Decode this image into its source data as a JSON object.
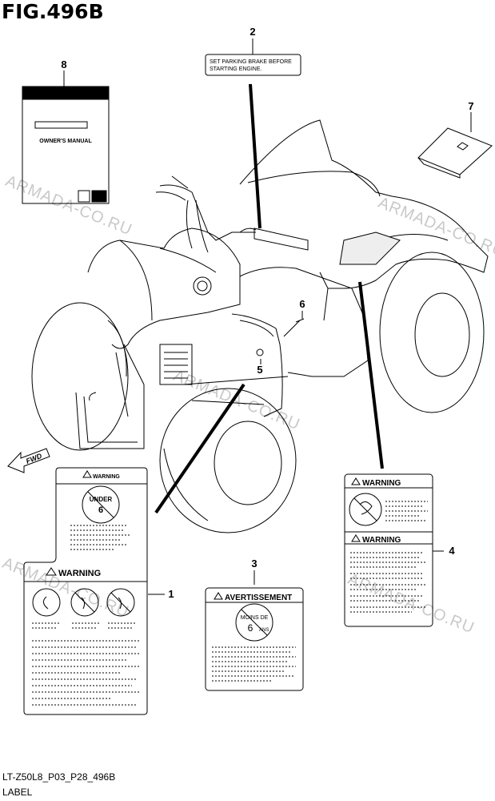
{
  "figure": {
    "title": "FIG.496B",
    "code": "LT-Z50L8_P03_P28_496B",
    "caption": "LABEL"
  },
  "watermark": "ARMADA-CO.RU",
  "callouts": [
    "1",
    "2",
    "3",
    "4",
    "5",
    "6",
    "7",
    "8"
  ],
  "labels": {
    "parking_brake": "SET PARKING BRAKE BEFORE STARTING ENGINE.",
    "manual": "OWNER'S MANUAL",
    "warning": "WARNING",
    "avertissement": "AVERTISSEMENT",
    "under_age": "UNDER",
    "under_num": "6",
    "moins_de": "MOINS DE",
    "six": "6",
    "ans": "ANS",
    "fwd": "FWD"
  },
  "colors": {
    "line": "#000000",
    "watermark": "#c9c9c9"
  }
}
